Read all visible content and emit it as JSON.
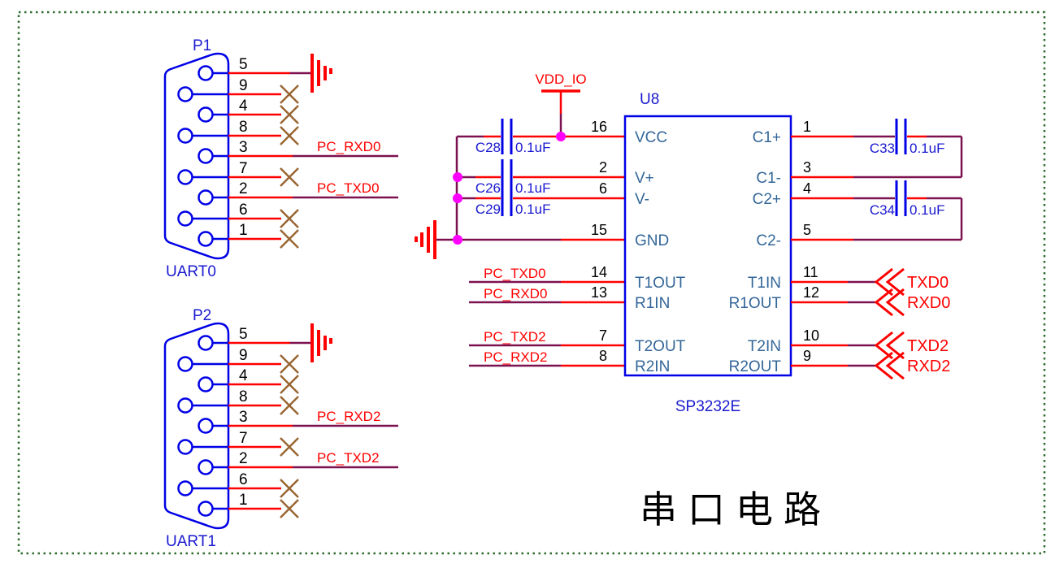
{
  "page": {
    "title": "串口电路"
  },
  "colors": {
    "wire": "#ff0000",
    "bus_segment": "#7c1150",
    "symbol_blue": "#0000e6",
    "pin_name_blue": "#336699",
    "junction_magenta": "#ff00ff",
    "no_connect_brown": "#996633",
    "border_green": "#2d6a2d"
  },
  "connectors": {
    "p1": {
      "ref": "P1",
      "label": "UART0",
      "pins": [
        "5",
        "9",
        "4",
        "8",
        "3",
        "7",
        "2",
        "6",
        "1"
      ],
      "nets": {
        "rx": "PC_RXD0",
        "tx": "PC_TXD0"
      }
    },
    "p2": {
      "ref": "P2",
      "label": "UART1",
      "pins": [
        "5",
        "9",
        "4",
        "8",
        "3",
        "7",
        "2",
        "6",
        "1"
      ],
      "nets": {
        "rx": "PC_RXD2",
        "tx": "PC_TXD2"
      }
    }
  },
  "ic": {
    "ref": "U8",
    "part": "SP3232E",
    "left_pins": [
      {
        "num": "16",
        "name": "VCC"
      },
      {
        "num": "2",
        "name": "V+"
      },
      {
        "num": "6",
        "name": "V-"
      },
      {
        "num": "15",
        "name": "GND"
      },
      {
        "num": "14",
        "name": "T1OUT",
        "net": "PC_TXD0"
      },
      {
        "num": "13",
        "name": "R1IN",
        "net": "PC_RXD0"
      },
      {
        "num": "7",
        "name": "T2OUT",
        "net": "PC_TXD2"
      },
      {
        "num": "8",
        "name": "R2IN",
        "net": "PC_RXD2"
      }
    ],
    "right_pins": [
      {
        "num": "1",
        "name": "C1+"
      },
      {
        "num": "3",
        "name": "C1-"
      },
      {
        "num": "4",
        "name": "C2+"
      },
      {
        "num": "5",
        "name": "C2-"
      },
      {
        "num": "11",
        "name": "T1IN",
        "port": "TXD0"
      },
      {
        "num": "12",
        "name": "R1OUT",
        "port": "RXD0"
      },
      {
        "num": "10",
        "name": "T2IN",
        "port": "TXD2"
      },
      {
        "num": "9",
        "name": "R2OUT",
        "port": "RXD2"
      }
    ]
  },
  "capacitors": [
    {
      "ref": "C28",
      "value": "0.1uF"
    },
    {
      "ref": "C26",
      "value": "0.1uF"
    },
    {
      "ref": "C29",
      "value": "0.1uF"
    },
    {
      "ref": "C33",
      "value": "0.1uF"
    },
    {
      "ref": "C34",
      "value": "0.1uF"
    }
  ],
  "power": {
    "net": "VDD_IO"
  }
}
